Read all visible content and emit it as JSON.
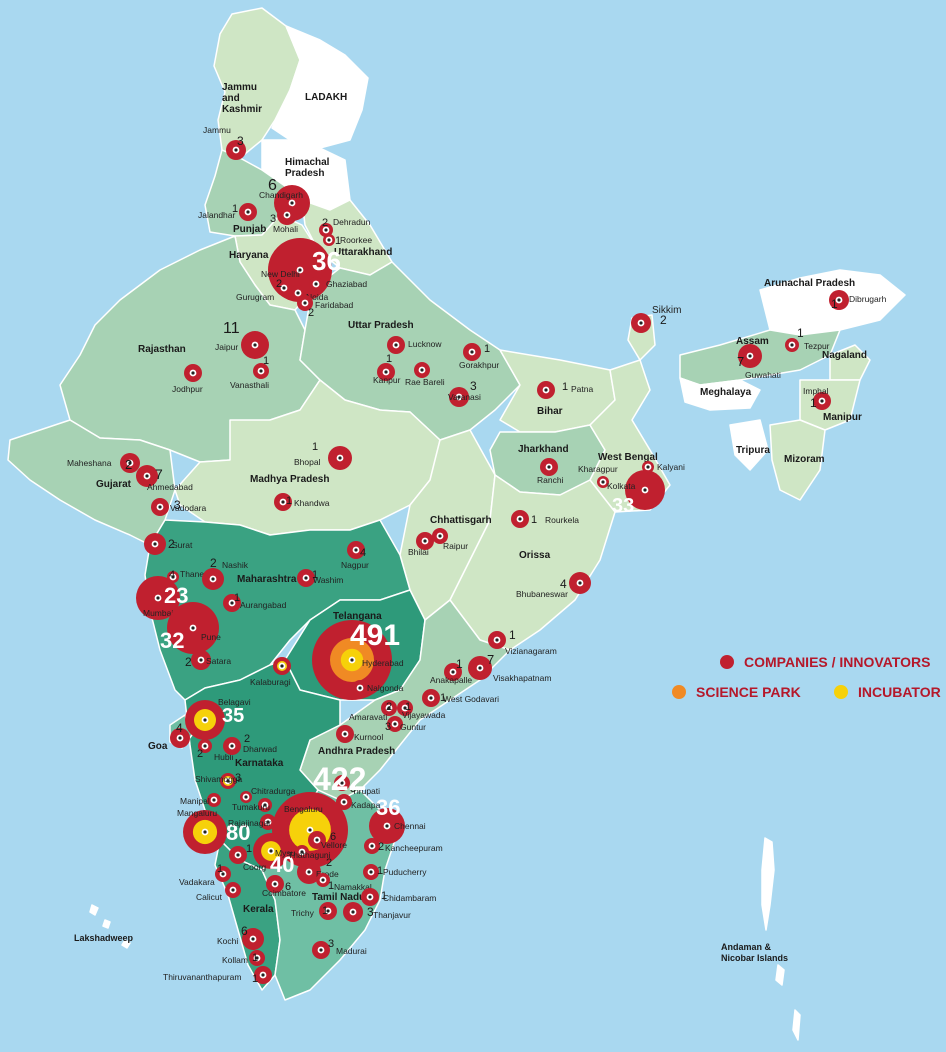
{
  "legend": {
    "companies": {
      "label": "COMPANIES / INNOVATORS",
      "color": "#c0202f"
    },
    "science_park": {
      "label": "SCIENCE PARK",
      "color": "#f08a24"
    },
    "incubator": {
      "label": "INCUBATOR",
      "color": "#f6d10a"
    }
  },
  "colors": {
    "sea": "#a9d8f0",
    "region_light": "#cfe6c5",
    "region_mid": "#a7d2b4",
    "region_teal": "#6fbfa4",
    "region_dark": "#2e9a7a",
    "region_white": "#ffffff",
    "marker": "#c0202f"
  },
  "states": [
    {
      "name": "Jammu and Kashmir"
    },
    {
      "name": "LADAKH"
    },
    {
      "name": "Himachal Pradesh"
    },
    {
      "name": "Punjab"
    },
    {
      "name": "Haryana"
    },
    {
      "name": "Uttarakhand"
    },
    {
      "name": "Uttar Pradesh"
    },
    {
      "name": "Rajasthan"
    },
    {
      "name": "Bihar"
    },
    {
      "name": "Gujarat"
    },
    {
      "name": "Madhya Pradesh"
    },
    {
      "name": "Jharkhand"
    },
    {
      "name": "West Bengal"
    },
    {
      "name": "Chhattisgarh"
    },
    {
      "name": "Orissa"
    },
    {
      "name": "Maharashtra"
    },
    {
      "name": "Telangana"
    },
    {
      "name": "Andhra Pradesh"
    },
    {
      "name": "Karnataka"
    },
    {
      "name": "Goa"
    },
    {
      "name": "Kerala"
    },
    {
      "name": "Tamil Nadu"
    },
    {
      "name": "Sikkim"
    },
    {
      "name": "Arunachal Pradesh"
    },
    {
      "name": "Assam"
    },
    {
      "name": "Nagaland"
    },
    {
      "name": "Meghalaya"
    },
    {
      "name": "Manipur"
    },
    {
      "name": "Tripura"
    },
    {
      "name": "Mizoram"
    },
    {
      "name": "Lakshadweep"
    },
    {
      "name": "Andaman & Nicobar Islands"
    }
  ],
  "cities": [
    {
      "name": "Jammu",
      "count": "3",
      "type": "company"
    },
    {
      "name": "Chandigarh",
      "count": "6",
      "type": "company"
    },
    {
      "name": "Jalandhar",
      "count": "1",
      "type": "company"
    },
    {
      "name": "Mohali",
      "count": "3",
      "type": "company"
    },
    {
      "name": "Dehradun",
      "count": "2",
      "type": "company"
    },
    {
      "name": "Roorkee",
      "count": "1",
      "type": "company"
    },
    {
      "name": "New Delhi",
      "count": "36",
      "type": "company"
    },
    {
      "name": "Gurugram",
      "count": "2",
      "type": "company"
    },
    {
      "name": "Noida",
      "count": "",
      "type": "company"
    },
    {
      "name": "Ghaziabad",
      "count": "",
      "type": "company"
    },
    {
      "name": "Faridabad",
      "count": "2",
      "type": "company"
    },
    {
      "name": "Jaipur",
      "count": "11",
      "type": "company"
    },
    {
      "name": "Jodhpur",
      "count": "",
      "type": "company"
    },
    {
      "name": "Vanasthali",
      "count": "1",
      "type": "company"
    },
    {
      "name": "Lucknow",
      "count": "",
      "type": "company"
    },
    {
      "name": "Kanpur",
      "count": "1",
      "type": "company"
    },
    {
      "name": "Rae Bareli",
      "count": "",
      "type": "company"
    },
    {
      "name": "Gorakhpur",
      "count": "1",
      "type": "company"
    },
    {
      "name": "Varanasi",
      "count": "3",
      "type": "company"
    },
    {
      "name": "Patna",
      "count": "1",
      "type": "company"
    },
    {
      "name": "Sikkim",
      "count": "2",
      "type": "company"
    },
    {
      "name": "Dibrugarh",
      "count": "1",
      "type": "company"
    },
    {
      "name": "Tezpur",
      "count": "1",
      "type": "company"
    },
    {
      "name": "Guwahati",
      "count": "7",
      "type": "company"
    },
    {
      "name": "Imphal",
      "count": "1",
      "type": "company"
    },
    {
      "name": "Maheshana",
      "count": "2",
      "type": "company"
    },
    {
      "name": "Ahmedabad",
      "count": "7",
      "type": "company"
    },
    {
      "name": "Vadodara",
      "count": "3",
      "type": "company"
    },
    {
      "name": "Surat",
      "count": "2",
      "type": "company"
    },
    {
      "name": "Bhopal",
      "count": "1",
      "type": "company"
    },
    {
      "name": "Khandwa",
      "count": "1",
      "type": "company"
    },
    {
      "name": "Ranchi",
      "count": "",
      "type": "company"
    },
    {
      "name": "Kharagpur",
      "count": "",
      "type": "company"
    },
    {
      "name": "Kalyani",
      "count": "",
      "type": "company"
    },
    {
      "name": "Kolkata",
      "count": "33",
      "type": "company"
    },
    {
      "name": "Rourkela",
      "count": "1",
      "type": "company"
    },
    {
      "name": "Bhilai",
      "count": "",
      "type": "company"
    },
    {
      "name": "Raipur",
      "count": "",
      "type": "company"
    },
    {
      "name": "Nagpur",
      "count": "4",
      "type": "company"
    },
    {
      "name": "Bhubaneswar",
      "count": "4",
      "type": "company"
    },
    {
      "name": "Thane",
      "count": "4",
      "type": "company"
    },
    {
      "name": "Nashik",
      "count": "2",
      "type": "company"
    },
    {
      "name": "Washim",
      "count": "1",
      "type": "company"
    },
    {
      "name": "Mumbai",
      "count": "23",
      "type": "company"
    },
    {
      "name": "Aurangabad",
      "count": "1",
      "type": "company"
    },
    {
      "name": "Pune",
      "count": "32",
      "type": "company"
    },
    {
      "name": "Satara",
      "count": "2",
      "type": "company"
    },
    {
      "name": "Hyderabad",
      "count": "491",
      "type": "science"
    },
    {
      "name": "Vizianagaram",
      "count": "1",
      "type": "company"
    },
    {
      "name": "Kalaburagi",
      "count": "",
      "type": "incubator"
    },
    {
      "name": "Nalgonda",
      "count": "",
      "type": "company"
    },
    {
      "name": "Anakapalle",
      "count": "1",
      "type": "company"
    },
    {
      "name": "Visakhapatnam",
      "count": "7",
      "type": "company"
    },
    {
      "name": "West Godavari",
      "count": "1",
      "type": "company"
    },
    {
      "name": "Amaravati",
      "count": "2",
      "type": "company"
    },
    {
      "name": "Vijayawada",
      "count": "1",
      "type": "company"
    },
    {
      "name": "Guntur",
      "count": "3",
      "type": "company"
    },
    {
      "name": "Belagavi",
      "count": "35",
      "type": "incubator"
    },
    {
      "name": "Goa",
      "count": "4",
      "type": "company"
    },
    {
      "name": "Hubli",
      "count": "2",
      "type": "company"
    },
    {
      "name": "Dharwad",
      "count": "2",
      "type": "company"
    },
    {
      "name": "Kurnool",
      "count": "",
      "type": "company"
    },
    {
      "name": "Shivamogga",
      "count": "3",
      "type": "incubator"
    },
    {
      "name": "Chitradurga",
      "count": "",
      "type": "company"
    },
    {
      "name": "Kadapa",
      "count": "",
      "type": "company"
    },
    {
      "name": "Tirupati",
      "count": "3",
      "type": "company"
    },
    {
      "name": "Manipal",
      "count": "",
      "type": "company"
    },
    {
      "name": "Tumakuru",
      "count": "",
      "type": "company"
    },
    {
      "name": "Bengaluru",
      "count": "422",
      "type": "incubator"
    },
    {
      "name": "Mangaluru",
      "count": "80",
      "type": "incubator"
    },
    {
      "name": "Rajajinagar",
      "count": "",
      "type": "company"
    },
    {
      "name": "Chennai",
      "count": "36",
      "type": "company"
    },
    {
      "name": "Vellore",
      "count": "6",
      "type": "company"
    },
    {
      "name": "Mysuru",
      "count": "40",
      "type": "incubator"
    },
    {
      "name": "Thathaguni",
      "count": "",
      "type": "company"
    },
    {
      "name": "Kancheepuram",
      "count": "2",
      "type": "company"
    },
    {
      "name": "Coorg",
      "count": "1",
      "type": "company"
    },
    {
      "name": "Erode",
      "count": "2",
      "type": "company"
    },
    {
      "name": "Puducherry",
      "count": "1",
      "type": "company"
    },
    {
      "name": "Vadakara",
      "count": "1",
      "type": "company"
    },
    {
      "name": "Namakkal",
      "count": "1",
      "type": "company"
    },
    {
      "name": "Calicut",
      "count": "",
      "type": "company"
    },
    {
      "name": "Coimbatore",
      "count": "6",
      "type": "company"
    },
    {
      "name": "Chidambaram",
      "count": "1",
      "type": "company"
    },
    {
      "name": "Trichy",
      "count": "1",
      "type": "company"
    },
    {
      "name": "Thanjavur",
      "count": "3",
      "type": "company"
    },
    {
      "name": "Kochi",
      "count": "6",
      "type": "company"
    },
    {
      "name": "Madurai",
      "count": "3",
      "type": "company"
    },
    {
      "name": "Kollam",
      "count": "1",
      "type": "company"
    },
    {
      "name": "Thiruvananthapuram",
      "count": "1",
      "type": "company"
    }
  ]
}
